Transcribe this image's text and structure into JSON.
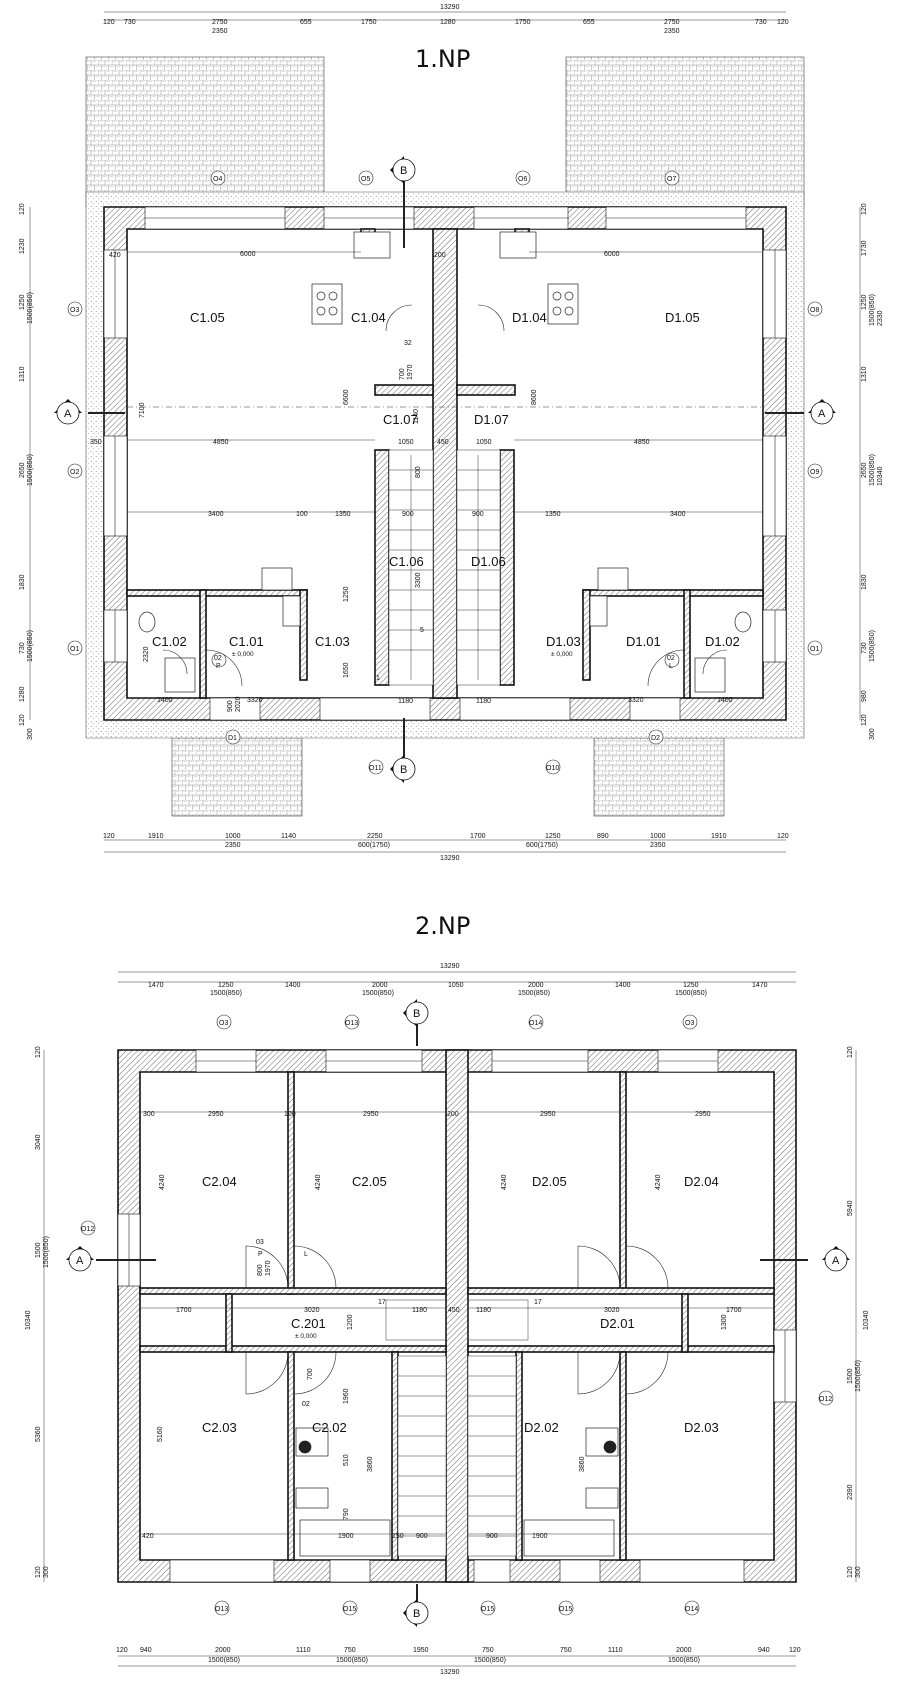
{
  "titles": {
    "floor1": "1.NP",
    "floor2": "2.NP"
  },
  "floor1": {
    "rooms": [
      {
        "id": "c105",
        "label": "C1.05"
      },
      {
        "id": "c104",
        "label": "C1.04"
      },
      {
        "id": "d104",
        "label": "D1.04"
      },
      {
        "id": "d105",
        "label": "D1.05"
      },
      {
        "id": "c107",
        "label": "C1.07"
      },
      {
        "id": "d107",
        "label": "D1.07"
      },
      {
        "id": "c106",
        "label": "C1.06"
      },
      {
        "id": "d106",
        "label": "D1.06"
      },
      {
        "id": "c102",
        "label": "C1.02"
      },
      {
        "id": "c101",
        "label": "C1.01"
      },
      {
        "id": "c103",
        "label": "C1.03"
      },
      {
        "id": "d103",
        "label": "D1.03"
      },
      {
        "id": "d101",
        "label": "D1.01"
      },
      {
        "id": "d102",
        "label": "D1.02"
      }
    ],
    "levels": [
      "± 0,000",
      "± 0,000"
    ],
    "top_dims": [
      "120",
      "730",
      "2750",
      "655",
      "1750",
      "1280",
      "1750",
      "655",
      "2750",
      "730",
      "120"
    ],
    "top_sub": [
      "2350",
      "2350"
    ],
    "overall": "13290",
    "bottom_dims": [
      "120",
      "1910",
      "1000",
      "1140",
      "2250",
      "1700",
      "1250",
      "890",
      "1000",
      "1910",
      "120"
    ],
    "bottom_sub": [
      "2350",
      "600(1750)",
      "600(1750)",
      "2350"
    ],
    "left_dims": [
      "120",
      "1230",
      "1250",
      "1500(850)",
      "1310",
      "2650",
      "1500(850)",
      "1830",
      "730",
      "1500(850)",
      "1280",
      "120",
      "300"
    ],
    "right_dims": [
      "120",
      "1730",
      "1250",
      "1500(850)",
      "2330",
      "1310",
      "2650",
      "1500(850)",
      "10340",
      "1830",
      "730",
      "1500(850)",
      "980",
      "120",
      "300"
    ],
    "inner_dims": [
      "6000",
      "6000",
      "4850",
      "4850",
      "3400",
      "1350",
      "100",
      "3400",
      "1350",
      "1050",
      "1050",
      "900",
      "900",
      "7100",
      "6600",
      "8600",
      "1180",
      "1180",
      "1400",
      "1400",
      "3320",
      "3320",
      "2320",
      "1650",
      "1250",
      "3300",
      "420",
      "350",
      "200",
      "450",
      "700",
      "1970",
      "900",
      "2020",
      "1140",
      "800"
    ],
    "tags": [
      "O4",
      "O5",
      "O6",
      "O7",
      "O3",
      "O8",
      "O2",
      "O9",
      "O1",
      "O1",
      "D1",
      "O11",
      "O10",
      "D2",
      "02",
      "02",
      "P",
      "L",
      "32",
      "5",
      "1"
    ],
    "section_marks": [
      "A",
      "A",
      "B",
      "B"
    ]
  },
  "floor2": {
    "rooms": [
      {
        "id": "c204",
        "label": "C2.04"
      },
      {
        "id": "c205",
        "label": "C2.05"
      },
      {
        "id": "d205",
        "label": "D2.05"
      },
      {
        "id": "d204",
        "label": "D2.04"
      },
      {
        "id": "c201",
        "label": "C.201"
      },
      {
        "id": "d201",
        "label": "D2.01"
      },
      {
        "id": "c203",
        "label": "C2.03"
      },
      {
        "id": "c202",
        "label": "C2.02"
      },
      {
        "id": "d202",
        "label": "D2.02"
      },
      {
        "id": "d203",
        "label": "D2.03"
      }
    ],
    "levels": [
      "± 0,000"
    ],
    "top_dims": [
      "1470",
      "1250",
      "1400",
      "2000",
      "1050",
      "2000",
      "1400",
      "1250",
      "1470"
    ],
    "top_sub": [
      "1500(850)",
      "1500(850)",
      "1500(850)",
      "1500(850)"
    ],
    "overall": "13290",
    "bottom_dims": [
      "120",
      "940",
      "2000",
      "1110",
      "750",
      "1950",
      "750",
      "750",
      "1110",
      "2000",
      "940",
      "120"
    ],
    "bottom_sub": [
      "1500(850)",
      "1500(850)",
      "1500(850)",
      "1500(850)"
    ],
    "left_dims": [
      "120",
      "3040",
      "1500",
      "1500(850)",
      "10340",
      "5360",
      "120",
      "300"
    ],
    "right_dims": [
      "120",
      "5940",
      "10340",
      "1500",
      "1500(850)",
      "2390",
      "120",
      "300"
    ],
    "inner_dims": [
      "2950",
      "2950",
      "2950",
      "2950",
      "4240",
      "4240",
      "4240",
      "4240",
      "1700",
      "3020",
      "1180",
      "17",
      "1700",
      "3020",
      "1180",
      "17",
      "5160",
      "3860",
      "3860",
      "510",
      "790",
      "1960",
      "1900",
      "1900",
      "900",
      "900",
      "300",
      "420",
      "100",
      "150",
      "200",
      "450",
      "800",
      "1970",
      "700",
      "1200",
      "1300"
    ],
    "tags": [
      "O3",
      "O13",
      "O14",
      "O3",
      "O12",
      "O12",
      "O13",
      "O15",
      "O15",
      "O15",
      "O14",
      "P",
      "L",
      "03",
      "02"
    ],
    "section_marks": [
      "A",
      "A",
      "B",
      "B"
    ]
  }
}
